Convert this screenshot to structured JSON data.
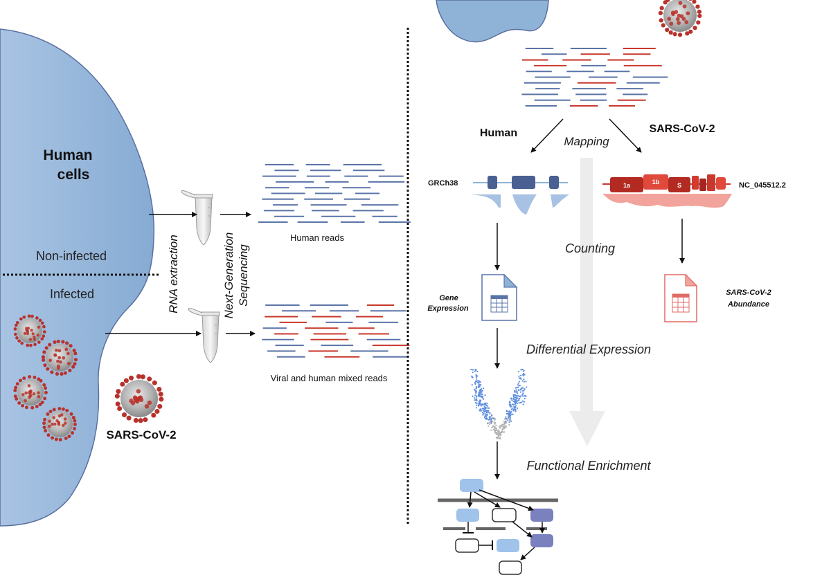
{
  "left_panel": {
    "cells_label_line1": "Human",
    "cells_label_line2": "cells",
    "non_infected_label": "Non-infected",
    "infected_label": "Infected",
    "virus_label": "SARS-CoV-2",
    "rna_extraction_label": "RNA extraction",
    "ngs_label_line1": "Next-Generation",
    "ngs_label_line2": "Sequencing",
    "human_reads_label": "Human reads",
    "mixed_reads_label": "Viral and human mixed reads"
  },
  "right_panel": {
    "human_label": "Human",
    "virus_label": "SARS-CoV-2",
    "mapping_label": "Mapping",
    "human_reference": "GRCh38",
    "virus_reference": "NC_045512.2",
    "gene_1a": "1a",
    "gene_1b": "1b",
    "gene_s": "S",
    "counting_label": "Counting",
    "gene_expression_line1": "Gene",
    "gene_expression_line2": "Expression",
    "abundance_line1": "SARS-CoV-2",
    "abundance_line2": "Abundance",
    "differential_label": "Differential Expression",
    "functional_label": "Functional Enrichment"
  },
  "colors": {
    "cell_fill": "#8fb3d7",
    "cell_stroke": "#5a6fa0",
    "human_read": "#5a74a8",
    "viral_read": "#c8382c",
    "virus_red": "#b8322c",
    "virus_spike": "#c0c0c0",
    "gray_arrow": "#ececec"
  }
}
